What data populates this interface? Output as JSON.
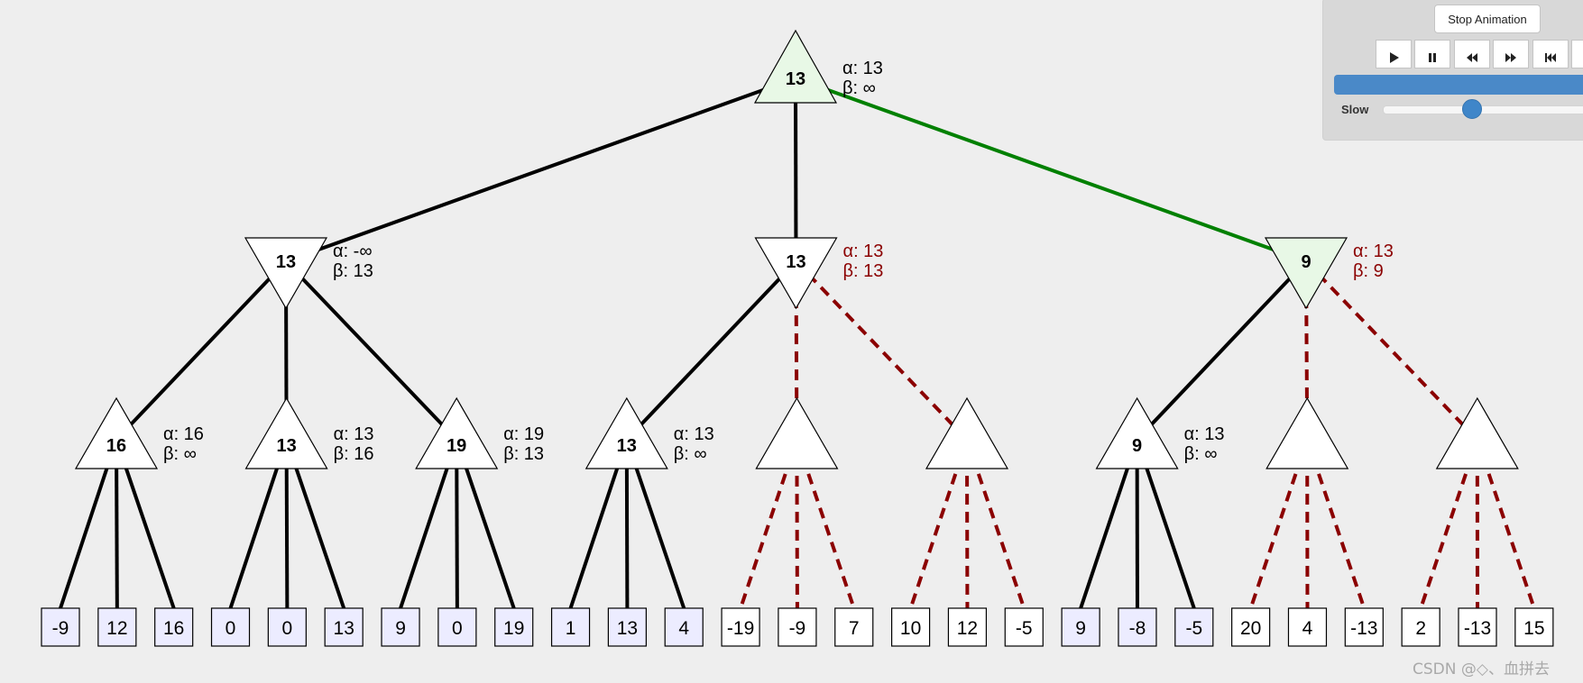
{
  "controls": {
    "stop_label": "Stop Animation",
    "buttons": [
      "play-icon",
      "pause-icon",
      "rewind-icon",
      "fast-forward-icon",
      "skip-to-start-icon",
      "skip-to-end-icon"
    ],
    "speed_label": "Slow",
    "speed_level": 0.38,
    "accent_color": "#4a89c8"
  },
  "watermark": "CSDN @◇、血拼去",
  "colors": {
    "edge": "#000000",
    "chosen_edge": "#008000",
    "pruned_edge": "#8b0000",
    "highlight_fill": "#e8f8e6",
    "leaf_fill": "#ececff"
  },
  "tree": {
    "root": {
      "type": "max",
      "value": "13",
      "alpha": "α: 13",
      "beta": "β: ∞",
      "highlight": true,
      "ab_color": "#000000"
    },
    "level1": [
      {
        "type": "min",
        "value": "13",
        "alpha": "α: -∞",
        "beta": "β: 13",
        "edge": "normal",
        "ab_color": "#000000",
        "highlight": false
      },
      {
        "type": "min",
        "value": "13",
        "alpha": "α: 13",
        "beta": "β: 13",
        "edge": "normal",
        "ab_color": "#8b0000",
        "highlight": false
      },
      {
        "type": "min",
        "value": "9",
        "alpha": "α: 13",
        "beta": "β: 9",
        "edge": "chosen",
        "ab_color": "#8b0000",
        "highlight": true
      }
    ],
    "level2": [
      {
        "type": "max",
        "value": "16",
        "alpha": "α: 16",
        "beta": "β: ∞",
        "edge": "normal",
        "pruned": false,
        "ab_color": "#000000"
      },
      {
        "type": "max",
        "value": "13",
        "alpha": "α: 13",
        "beta": "β: 16",
        "edge": "normal",
        "pruned": false,
        "ab_color": "#000000"
      },
      {
        "type": "max",
        "value": "19",
        "alpha": "α: 19",
        "beta": "β: 13",
        "edge": "normal",
        "pruned": false,
        "ab_color": "#000000"
      },
      {
        "type": "max",
        "value": "13",
        "alpha": "α: 13",
        "beta": "β: ∞",
        "edge": "normal",
        "pruned": false,
        "ab_color": "#000000"
      },
      {
        "type": "max",
        "value": "",
        "alpha": "",
        "beta": "",
        "edge": "pruned",
        "pruned": true,
        "ab_color": "#000000"
      },
      {
        "type": "max",
        "value": "",
        "alpha": "",
        "beta": "",
        "edge": "pruned",
        "pruned": true,
        "ab_color": "#000000"
      },
      {
        "type": "max",
        "value": "9",
        "alpha": "α: 13",
        "beta": "β: ∞",
        "edge": "normal",
        "pruned": false,
        "ab_color": "#000000"
      },
      {
        "type": "max",
        "value": "",
        "alpha": "",
        "beta": "",
        "edge": "pruned",
        "pruned": true,
        "ab_color": "#000000"
      },
      {
        "type": "max",
        "value": "",
        "alpha": "",
        "beta": "",
        "edge": "pruned",
        "pruned": true,
        "ab_color": "#000000"
      }
    ],
    "leaves": [
      {
        "value": "-9",
        "visited": true
      },
      {
        "value": "12",
        "visited": true
      },
      {
        "value": "16",
        "visited": true
      },
      {
        "value": "0",
        "visited": true
      },
      {
        "value": "0",
        "visited": true
      },
      {
        "value": "13",
        "visited": true
      },
      {
        "value": "9",
        "visited": true
      },
      {
        "value": "0",
        "visited": true
      },
      {
        "value": "19",
        "visited": true
      },
      {
        "value": "1",
        "visited": true
      },
      {
        "value": "13",
        "visited": true
      },
      {
        "value": "4",
        "visited": true
      },
      {
        "value": "-19",
        "visited": false
      },
      {
        "value": "-9",
        "visited": false
      },
      {
        "value": "7",
        "visited": false
      },
      {
        "value": "10",
        "visited": false
      },
      {
        "value": "12",
        "visited": false
      },
      {
        "value": "-5",
        "visited": false
      },
      {
        "value": "9",
        "visited": true
      },
      {
        "value": "-8",
        "visited": true
      },
      {
        "value": "-5",
        "visited": true
      },
      {
        "value": "20",
        "visited": false
      },
      {
        "value": "4",
        "visited": false
      },
      {
        "value": "-13",
        "visited": false
      },
      {
        "value": "2",
        "visited": false
      },
      {
        "value": "-13",
        "visited": false
      },
      {
        "value": "15",
        "visited": false
      }
    ]
  }
}
